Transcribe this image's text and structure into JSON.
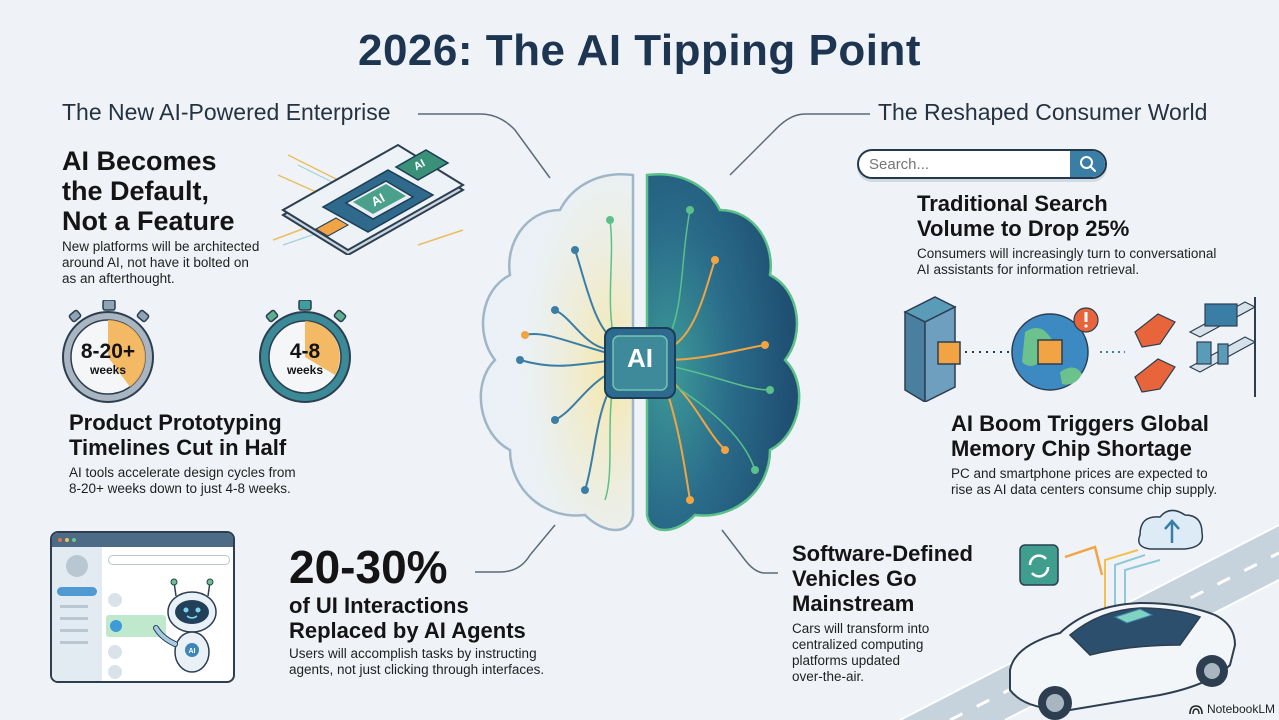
{
  "page": {
    "title": "2026: The AI Tipping Point"
  },
  "left_section": {
    "label": "The New AI-Powered Enterprise",
    "items": [
      {
        "heading_lines": [
          "AI Becomes",
          "the Default,",
          "Not a Feature"
        ],
        "body_lines": [
          "New platforms will be architected",
          "around AI, not have it bolted on",
          "as an afterthought."
        ],
        "icon": "ai-chip-board-icon",
        "chip_label": "AI"
      },
      {
        "heading_lines": [
          "Product Prototyping",
          "Timelines Cut in Half"
        ],
        "body_lines": [
          "AI tools accelerate design cycles from",
          "8-20+ weeks down to just 4-8 weeks."
        ],
        "stopwatches": [
          {
            "value": "8-20+",
            "unit": "weeks",
            "icon": "stopwatch-gray-icon"
          },
          {
            "value": "4-8",
            "unit": "weeks",
            "icon": "stopwatch-teal-icon"
          }
        ]
      },
      {
        "stat": "20-30%",
        "heading_lines": [
          "of UI Interactions",
          "Replaced by AI Agents"
        ],
        "body_lines": [
          "Users will accomplish tasks by instructing",
          "agents, not just clicking through interfaces."
        ],
        "icon": "robot-agent-ui-icon",
        "robot_badge": "AI"
      }
    ]
  },
  "center": {
    "chip_label": "AI",
    "icon": "brain-circuit-icon"
  },
  "right_section": {
    "label": "The Reshaped Consumer World",
    "search": {
      "placeholder": "Search...",
      "icon": "search-icon"
    },
    "items": [
      {
        "heading_lines": [
          "Traditional Search",
          "Volume to Drop 25%"
        ],
        "body_lines": [
          "Consumers will increasingly turn to conversational",
          "AI assistants for information retrieval."
        ]
      },
      {
        "heading_lines": [
          "AI Boom Triggers Global",
          "Memory Chip Shortage"
        ],
        "body_lines": [
          "PC and smartphone prices are expected to",
          "rise as AI data centers consume chip supply."
        ],
        "icons": [
          "server-rack-icon",
          "globe-chip-icon",
          "alert-icon",
          "price-tag-icon",
          "device-shelf-icon"
        ]
      },
      {
        "heading_lines": [
          "Software-Defined",
          "Vehicles Go",
          "Mainstream"
        ],
        "body_lines": [
          "Cars will transform into",
          "centralized computing",
          "platforms updated",
          "over-the-air."
        ],
        "icons": [
          "sync-icon",
          "cloud-upload-icon",
          "car-icon"
        ]
      }
    ]
  },
  "footer": {
    "brand": "NotebookLM"
  },
  "colors": {
    "background": "#eff3f7",
    "title": "#1d3550",
    "teal": "#2f7f8f",
    "navy": "#1e4e6e",
    "orange": "#f2a444",
    "green": "#5cc08a",
    "search_button": "#3a7ea6"
  }
}
